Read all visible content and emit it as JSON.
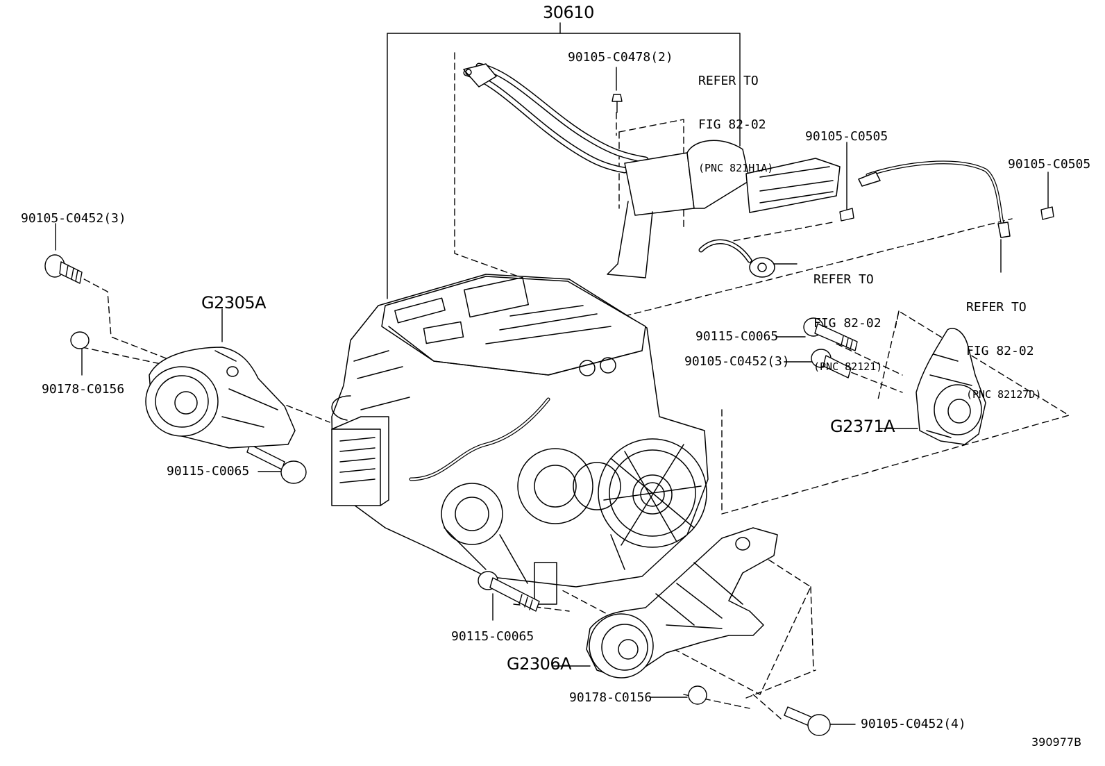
{
  "assembly_number": "30610",
  "figure_code": "390977B",
  "parts": {
    "p_c0478": "90105-C0478(2)",
    "p_c0505_a": "90105-C0505",
    "p_c0505_b": "90105-C0505",
    "p_c0452_left": "90105-C0452(3)",
    "p_c0156_left": "90178-C0156",
    "p_c0065_left": "90115-C0065",
    "p_c0065_right": "90115-C0065",
    "p_c0452_right": "90105-C0452(3)",
    "p_c0065_bottom": "90115-C0065",
    "p_c0156_bottom": "90178-C0156",
    "p_c0452_bottom": "90105-C0452(4)"
  },
  "groups": {
    "g2305a": "G2305A",
    "g2371a": "G2371A",
    "g2306a": "G2306A"
  },
  "references": {
    "ref1": {
      "line1": "REFER TO",
      "line2": "FIG 82-02",
      "line3": "(PNC 821H1A)"
    },
    "ref2": {
      "line1": "REFER TO",
      "line2": "FIG 82-02",
      "line3": "(PNC 82121)"
    },
    "ref3": {
      "line1": "REFER TO",
      "line2": "FIG 82-02",
      "line3": "(PNC 82127D)"
    }
  }
}
